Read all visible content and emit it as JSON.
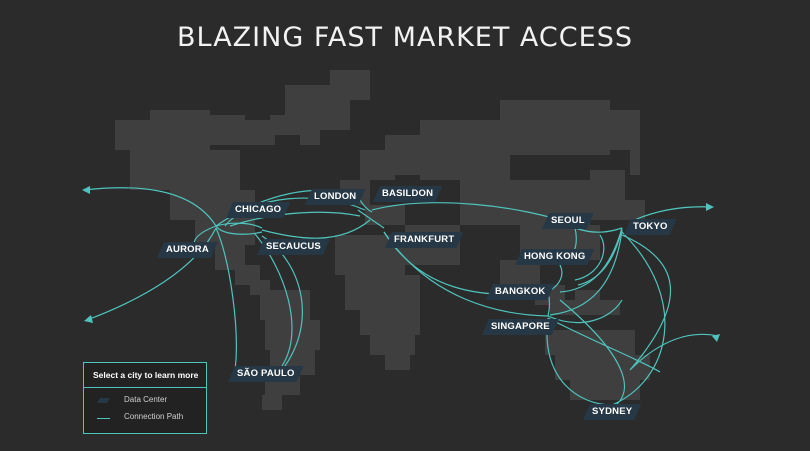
{
  "title": "BLAZING FAST MARKET ACCESS",
  "colors": {
    "background": "#2b2b2b",
    "land": "#3f3f3f",
    "connection": "#4fc4bd",
    "label_bg": "#263846"
  },
  "cities": [
    {
      "id": "chicago",
      "label": "CHICAGO"
    },
    {
      "id": "london",
      "label": "LONDON"
    },
    {
      "id": "basildon",
      "label": "BASILDON"
    },
    {
      "id": "aurora",
      "label": "AURORA"
    },
    {
      "id": "secaucus",
      "label": "SECAUCUS"
    },
    {
      "id": "frankfurt",
      "label": "FRANKFURT"
    },
    {
      "id": "seoul",
      "label": "SEOUL"
    },
    {
      "id": "tokyo",
      "label": "TOKYO"
    },
    {
      "id": "hongkong",
      "label": "HONG KONG"
    },
    {
      "id": "bangkok",
      "label": "BANGKOK"
    },
    {
      "id": "singapore",
      "label": "SINGAPORE"
    },
    {
      "id": "saopaulo",
      "label": "SÃO PAULO"
    },
    {
      "id": "sydney",
      "label": "SYDNEY"
    }
  ],
  "legend": {
    "title": "Select a city to learn more",
    "data_center": "Data Center",
    "connection_path": "Connection Path"
  }
}
